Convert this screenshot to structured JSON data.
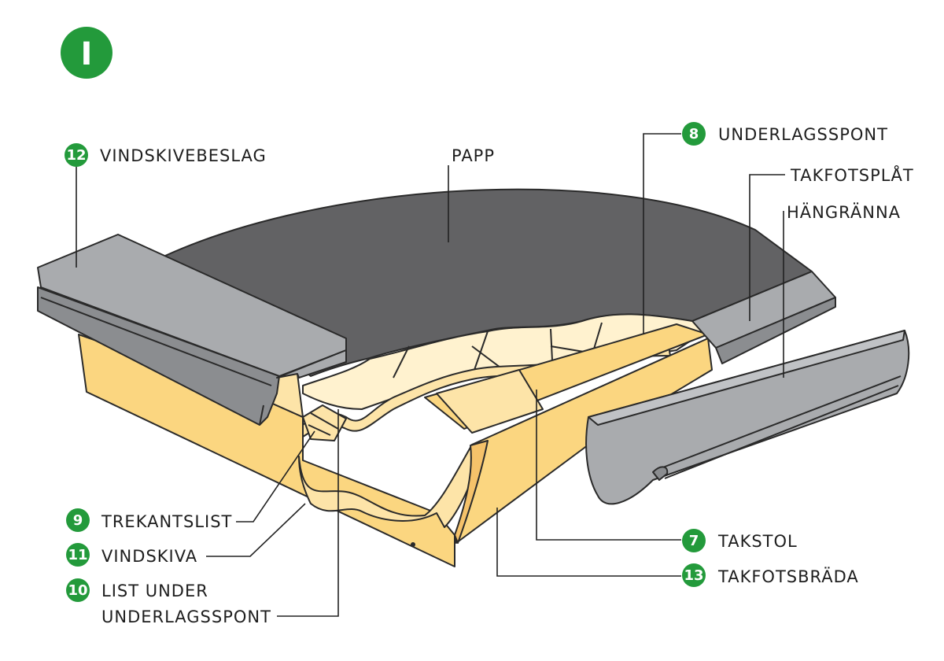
{
  "section_badge": "I",
  "colors": {
    "badge_green": "#239a3b",
    "roof_felt": "#626264",
    "metal": "#a9abae",
    "metal_dark": "#8b8d90",
    "wood_light": "#fde4a8",
    "wood": "#fbd680",
    "wood_dark": "#f5c26a",
    "plank": "#fff2cf"
  },
  "parts": [
    {
      "number": "12",
      "label": "VINDSKIVEBESLAG"
    },
    {
      "number": "",
      "label": "PAPP"
    },
    {
      "number": "8",
      "label": "UNDERLAGSSPONT"
    },
    {
      "number": "",
      "label": "TAKFOTSPLÅT"
    },
    {
      "number": "",
      "label": "HÄNGRÄNNA"
    },
    {
      "number": "9",
      "label": "TREKANTSLIST"
    },
    {
      "number": "11",
      "label": "VINDSKIVA"
    },
    {
      "number": "10",
      "label": "LIST UNDER",
      "label_line2": "UNDERLAGSSPONT"
    },
    {
      "number": "7",
      "label": "TAKSTOL"
    },
    {
      "number": "13",
      "label": "TAKFOTSBRÄDA"
    }
  ]
}
